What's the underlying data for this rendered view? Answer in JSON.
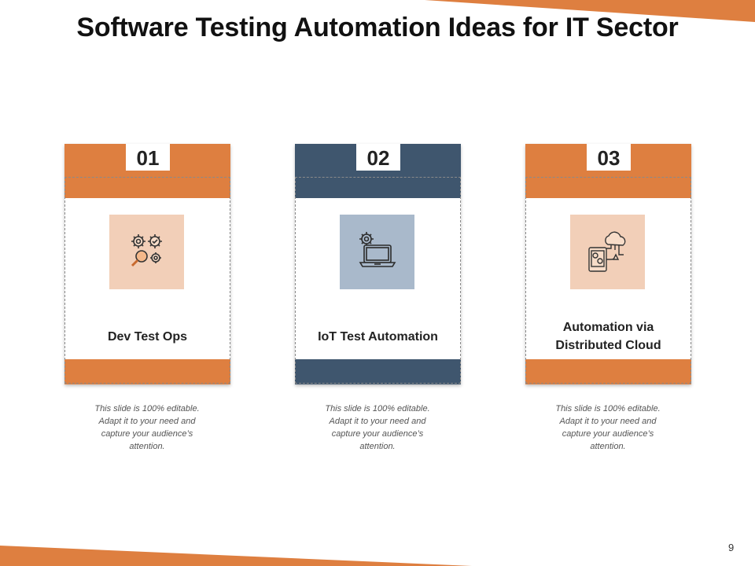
{
  "slide": {
    "title": "Software Testing Automation Ideas for IT Sector",
    "page_number": "9"
  },
  "colors": {
    "orange": "#DE7F40",
    "navy": "#3F566E",
    "orange_tint": "#F2CFB8",
    "navy_tint": "#A9B9CB"
  },
  "cards": [
    {
      "number": "01",
      "label": "Dev Test Ops",
      "icon": "gears-magnifier-icon",
      "theme": "orange",
      "description": "This slide is 100% editable. Adapt it to your need and capture your audience’s attention."
    },
    {
      "number": "02",
      "label": "IoT Test Automation",
      "icon": "laptop-gear-icon",
      "theme": "navy",
      "description": "This slide is 100% editable. Adapt it to your need and capture your audience’s attention."
    },
    {
      "number": "03",
      "label": "Automation via Distributed Cloud",
      "icon": "cloud-device-icon",
      "theme": "orange",
      "description": "This slide is 100% editable. Adapt it to your need and capture your audience’s attention."
    }
  ]
}
